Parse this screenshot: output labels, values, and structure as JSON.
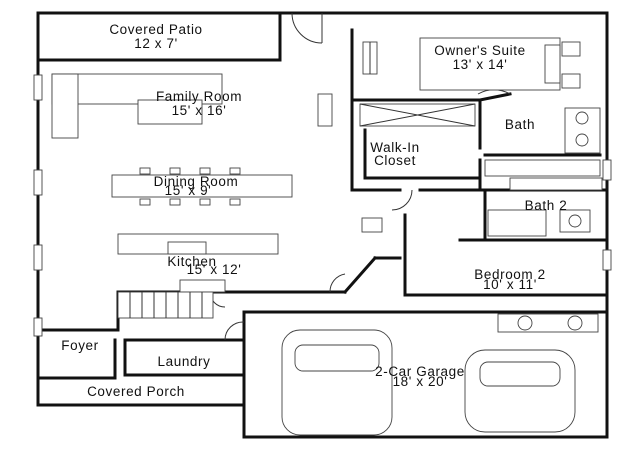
{
  "rooms": {
    "covered_patio": {
      "name": "Covered Patio",
      "dims": "12 x 7'"
    },
    "owners_suite": {
      "name": "Owner's Suite",
      "dims": "13' x 14'"
    },
    "family_room": {
      "name": "Family Room",
      "dims": "15' x 16'"
    },
    "bath": {
      "name": "Bath"
    },
    "walk_in_closet": {
      "line1": "Walk-In",
      "line2": "Closet"
    },
    "dining_room": {
      "name": "Dining Room",
      "dims": "15' x 9'"
    },
    "bath_2": {
      "name": "Bath 2"
    },
    "kitchen": {
      "name": "Kitchen",
      "dims": "15' x 12'"
    },
    "bedroom_2": {
      "name": "Bedroom 2",
      "dims": "10' x 11'"
    },
    "foyer": {
      "name": "Foyer"
    },
    "laundry": {
      "name": "Laundry"
    },
    "garage": {
      "name": "2-Car Garage",
      "dims": "18' x 20'"
    },
    "covered_porch": {
      "name": "Covered Porch"
    }
  }
}
